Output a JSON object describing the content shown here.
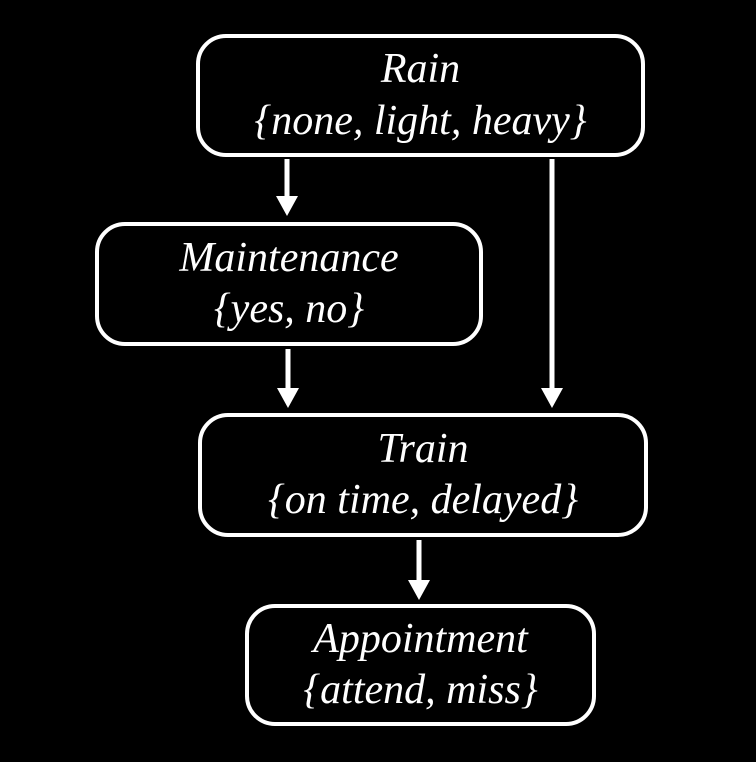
{
  "diagram": {
    "type": "bayesian-network",
    "background_color": "#000000",
    "node_border_color": "#ffffff",
    "text_color": "#ffffff",
    "arrow_color": "#ffffff"
  },
  "nodes": [
    {
      "id": "rain",
      "name": "Rain",
      "values": "{none, light, heavy}"
    },
    {
      "id": "maintenance",
      "name": "Maintenance",
      "values": "{yes, no}"
    },
    {
      "id": "train",
      "name": "Train",
      "values": "{on time, delayed}"
    },
    {
      "id": "appointment",
      "name": "Appointment",
      "values": "{attend, miss}"
    }
  ],
  "edges": [
    {
      "from": "Rain",
      "to": "Maintenance"
    },
    {
      "from": "Rain",
      "to": "Train"
    },
    {
      "from": "Maintenance",
      "to": "Train"
    },
    {
      "from": "Train",
      "to": "Appointment"
    }
  ]
}
